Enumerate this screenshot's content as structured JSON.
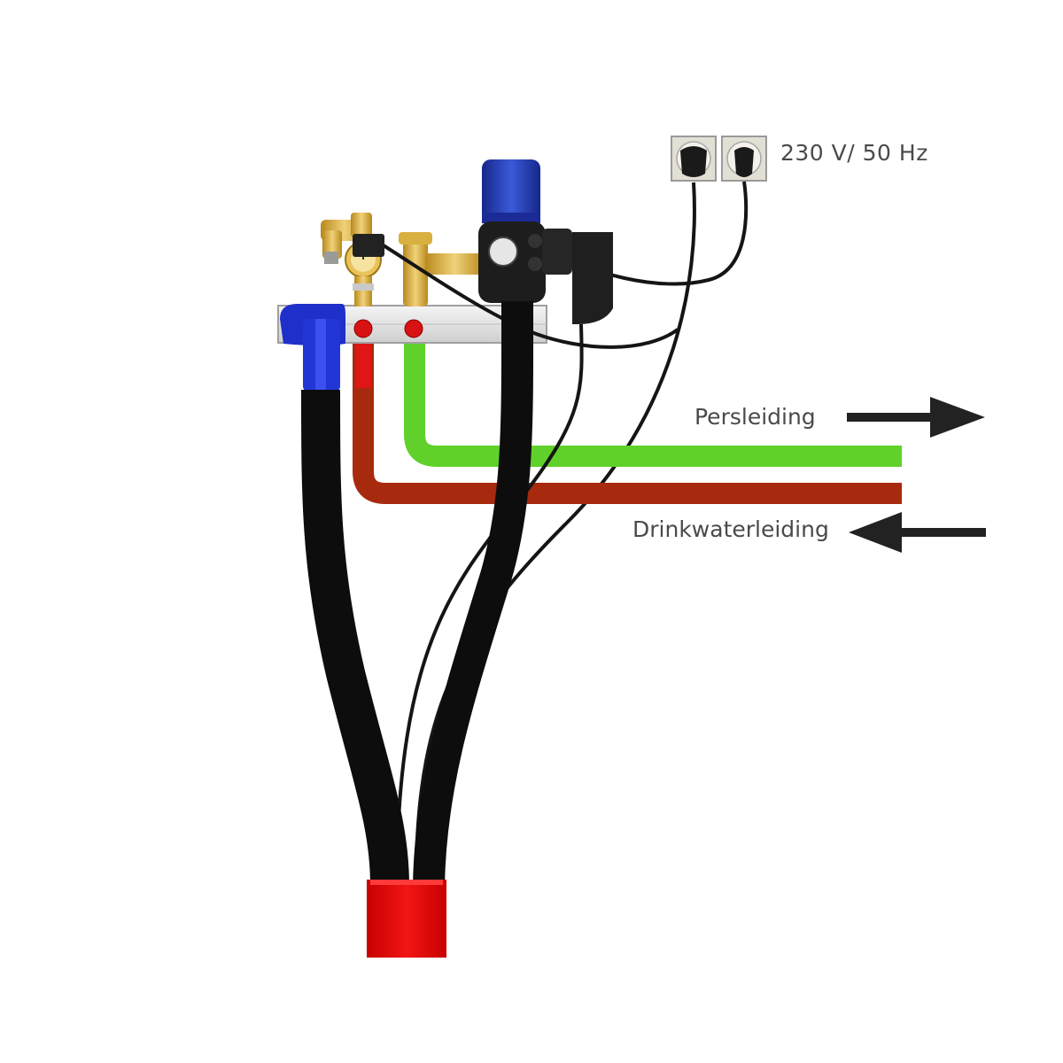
{
  "labels": {
    "power_supply": "230 V/ 50 Hz",
    "pressure_line": "Persleiding",
    "drinking_water_line": "Drinkwaterleiding"
  },
  "colors": {
    "pressure_pipe": "#5fd12a",
    "drinking_water_pipe": "#a82a0e",
    "hose": "#111111",
    "inlet_fitting": "#1f2fc9",
    "bundle_sleeve": "#e60a0a",
    "manifold": "#e4e4e4",
    "brass": "#d6ad3c",
    "pressure_switch_cap": "#2340b8",
    "arrow": "#222222",
    "label_text": "#4a4a4a"
  },
  "flow_directions": {
    "pressure_line": "out",
    "drinking_water_line": "in"
  }
}
